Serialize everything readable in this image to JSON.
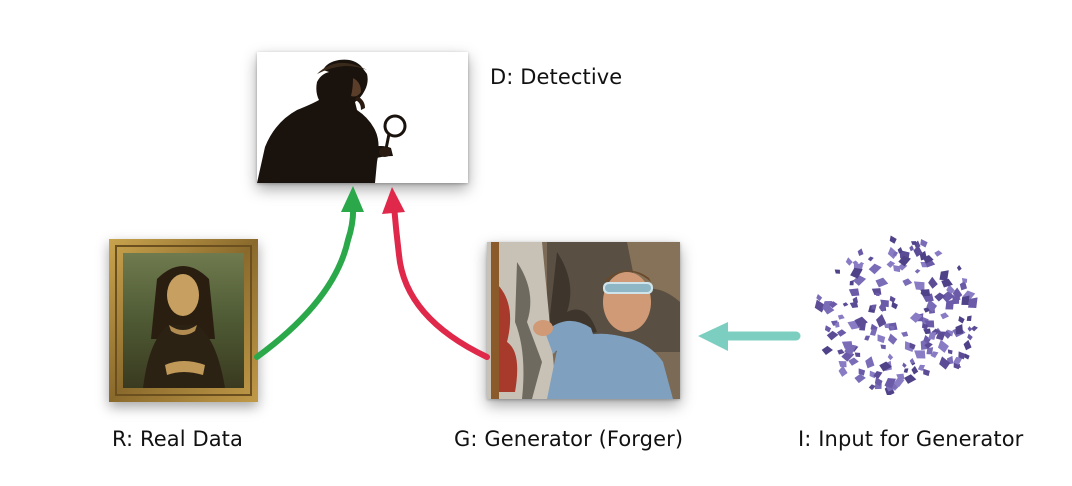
{
  "labels": {
    "detective": "D: Detective",
    "real_data": "R: Real Data",
    "generator": "G: Generator (Forger)",
    "input": "I: Input for Generator"
  },
  "images": {
    "detective": "detective-silhouette-with-magnifying-glass",
    "real_data": "mona-lisa-painting-in-gold-frame",
    "generator": "blindfolded-painter-forger",
    "input": "scattered-purple-noise-cloud"
  },
  "arrows": [
    {
      "from": "real_data",
      "to": "detective",
      "color": "#2aa84a"
    },
    {
      "from": "generator",
      "to": "detective",
      "color": "#e0284a"
    },
    {
      "from": "input",
      "to": "generator",
      "color": "#7ccfc0"
    }
  ]
}
